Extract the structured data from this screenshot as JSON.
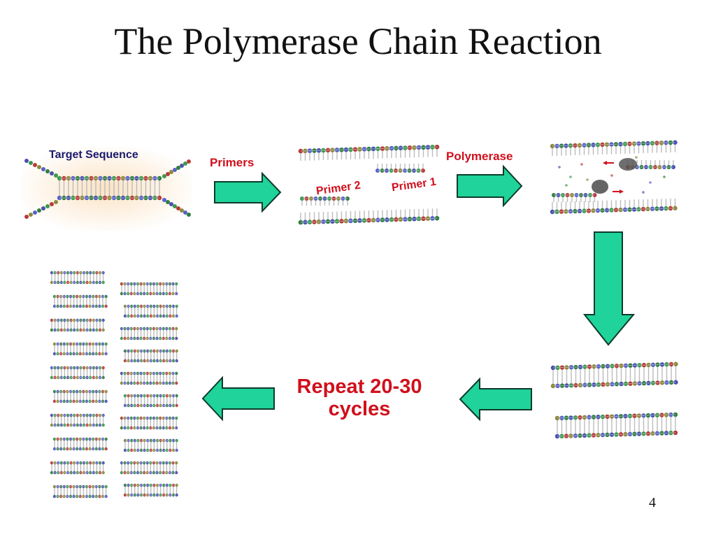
{
  "slide": {
    "title": "The Polymerase Chain Reaction",
    "page_number": "4"
  },
  "labels": {
    "target_sequence": "Target Sequence",
    "primers": "Primers",
    "primer_1": "Primer 1",
    "primer_2": "Primer 2",
    "polymerase": "Polymerase",
    "repeat_line1": "Repeat 20-30",
    "repeat_line2": "cycles"
  },
  "colors": {
    "arrow_fill": "#1fd39a",
    "arrow_stroke": "#0d3a2a",
    "label_red": "#d0101c",
    "label_navy": "#1a1a6b"
  }
}
